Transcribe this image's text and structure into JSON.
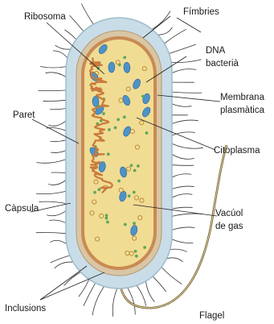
{
  "diagram": {
    "labels": {
      "fimbries": "Fímbries",
      "ribosoma": "Ribosoma",
      "dna_line1": "DNA",
      "dna_line2": "bacterià",
      "membrana_line1": "Membrana",
      "membrana_line2": "plasmàtica",
      "paret": "Paret",
      "citoplasma": "Citoplasma",
      "capsula": "Càpsula",
      "vacuol_line1": "Vacúol",
      "vacuol_line2": "de gas",
      "inclusions": "Inclusions",
      "flagel": "Flagel"
    },
    "colors": {
      "capsula": "#c9dde8",
      "paret": "#d9c6a4",
      "membrana": "#c98a52",
      "citoplasma": "#f1dc94",
      "dna": "#c97a3c",
      "vacuol": "#4c93c8",
      "ribosoma": "#5da85a",
      "line": "#222222"
    }
  }
}
